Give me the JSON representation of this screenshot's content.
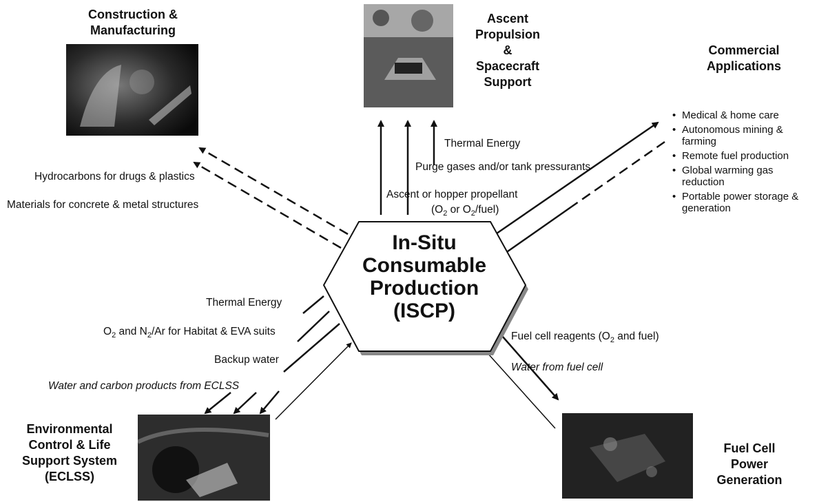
{
  "center": {
    "lines": [
      "In-Situ",
      "Consumable",
      "Production",
      "(ISCP)"
    ]
  },
  "nodes": {
    "construction": {
      "lines": [
        "Construction &",
        "Manufacturing"
      ]
    },
    "ascent": {
      "lines": [
        "Ascent",
        "Propulsion",
        "&",
        "Spacecraft",
        "Support"
      ]
    },
    "commercial": {
      "lines": [
        "Commercial",
        "Applications"
      ],
      "bullets": [
        "Medical & home care",
        "Autonomous mining & farming",
        "Remote fuel production",
        "Global warming gas reduction",
        "Portable power storage & generation"
      ]
    },
    "eclss": {
      "lines": [
        "Environmental",
        "Control & Life",
        "Support System",
        "(ECLSS)"
      ]
    },
    "fuelcell": {
      "lines": [
        "Fuel Cell",
        "Power",
        "Generation"
      ]
    }
  },
  "flows": {
    "hydrocarbons": "Hydrocarbons for drugs & plastics",
    "materials": "Materials for concrete & metal structures",
    "thermal_top": "Thermal Energy",
    "purge": "Purge gases and/or tank pressurants",
    "ascent_prop": "Ascent or hopper propellant",
    "ascent_prop_sub": {
      "pre": "(O",
      "s1": "2",
      "mid": " or O",
      "s2": "2",
      "post": "/fuel)"
    },
    "thermal_left": "Thermal Energy",
    "o2n2": {
      "pre": "O",
      "s1": "2",
      "mid": " and N",
      "s2": "2",
      "post": "/Ar for Habitat & EVA suits"
    },
    "backup_water": "Backup water",
    "eclss_return": "Water and carbon products from ECLSS",
    "fuelcell_reagents": {
      "pre": "Fuel cell reagents (O",
      "s1": "2",
      "post": " and fuel)"
    },
    "fuelcell_water": "Water from fuel cell"
  }
}
